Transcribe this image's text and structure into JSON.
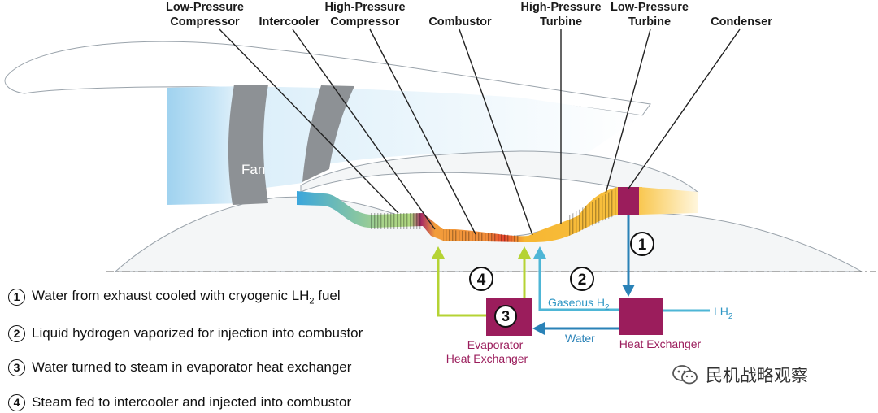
{
  "components": {
    "low_pressure_compressor": [
      "Low-Pressure",
      "Compressor"
    ],
    "intercooler": "Intercooler",
    "high_pressure_compressor": [
      "High-Pressure",
      "Compressor"
    ],
    "combustor": "Combustor",
    "high_pressure_turbine": [
      "High-Pressure",
      "Turbine"
    ],
    "low_pressure_turbine": [
      "Low-Pressure",
      "Turbine"
    ],
    "condenser": "Condenser",
    "fan": "Fan"
  },
  "flow": {
    "step1": "1",
    "step2": "2",
    "step3": "3",
    "step4": "4",
    "gaseous_h2": "Gaseous H",
    "gaseous_h2_sub": "2",
    "water": "Water",
    "lh2": "LH",
    "lh2_sub": "2",
    "heat_exchanger": "Heat Exchanger",
    "evaporator_heat_exchanger": [
      "Evaporator",
      "Heat Exchanger"
    ]
  },
  "legend": [
    {
      "num": "1",
      "text": "Water from exhaust cooled with cryogenic LH",
      "sub": "2",
      "after": " fuel"
    },
    {
      "num": "2",
      "text": "Liquid hydrogen vaporized for injection into combustor"
    },
    {
      "num": "3",
      "text": "Water turned to steam in evaporator heat exchanger"
    },
    {
      "num": "4",
      "text": "Steam fed to intercooler and injected into combustor"
    }
  ],
  "watermark": "民机战略观察",
  "colors": {
    "heat_exchanger": "#9b1d5c",
    "steam_line": "#b5d334",
    "water_line": "#2a82b7",
    "hydrogen_line": "#4eb6d6",
    "turbine": "#f7b733"
  }
}
